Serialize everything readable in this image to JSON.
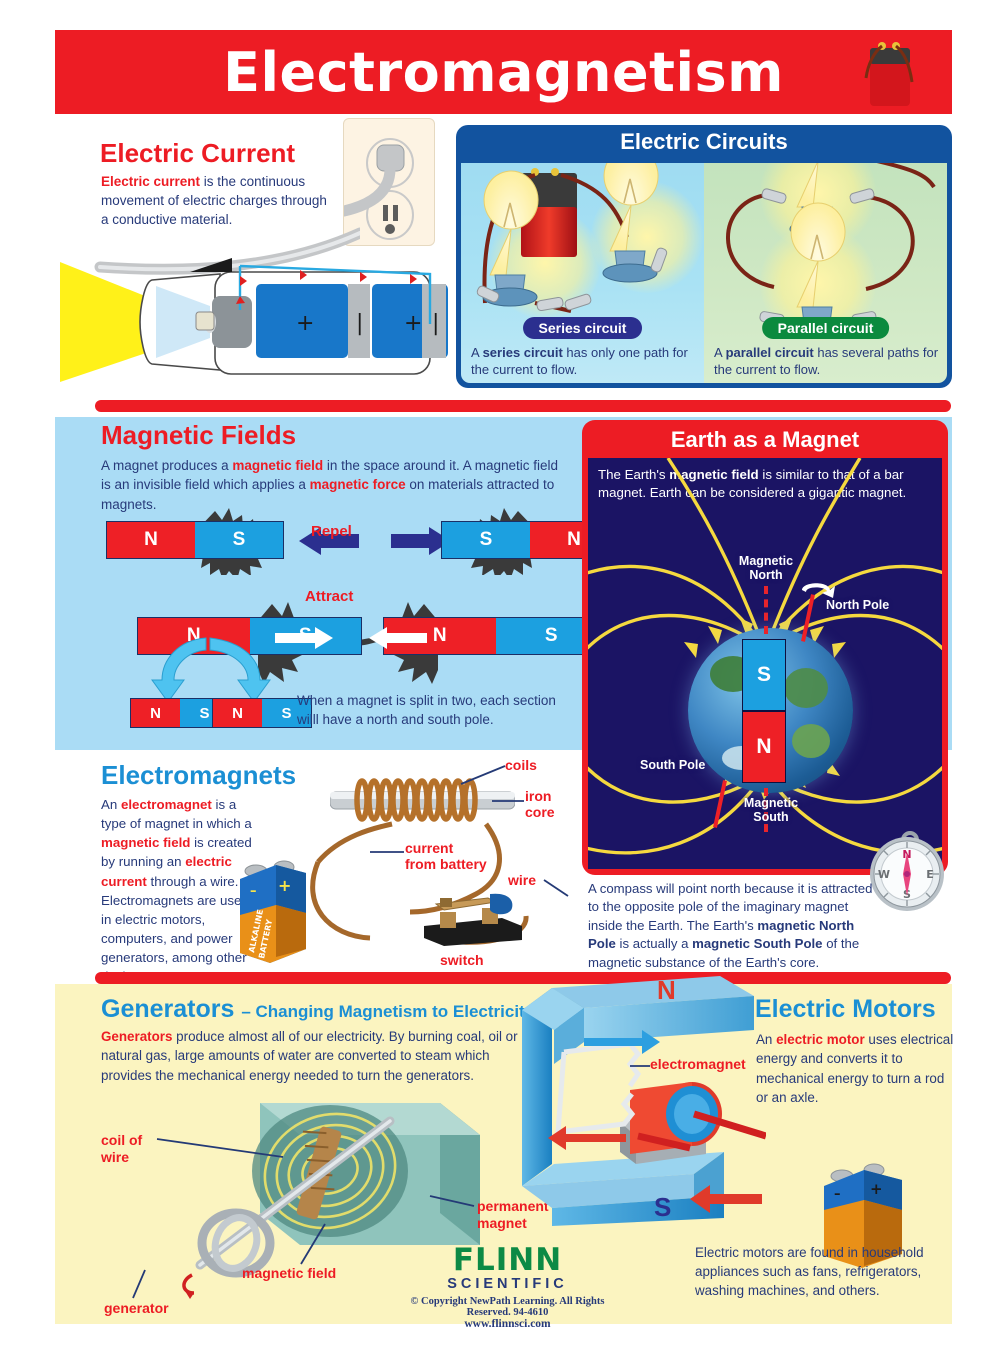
{
  "header": {
    "title": "Electromagnetism",
    "battery_icon": "battery-icon"
  },
  "electric_current": {
    "title": "Electric Current",
    "body_bold": "Electric current",
    "body_rest": " is the continuous movement of electric charges through a conductive material.",
    "outlet_icon": "wall-outlet-icon",
    "flashlight_icon": "flashlight-icon",
    "battery_plus": "+",
    "battery_minus": "|"
  },
  "electric_circuits": {
    "title": "Electric Circuits",
    "series": {
      "pill": "Series circuit",
      "caption_pre": "A ",
      "caption_bold": "series circuit",
      "caption_post": " has only one path for the current to flow."
    },
    "parallel": {
      "pill": "Parallel circuit",
      "caption_pre": "A ",
      "caption_bold": "parallel circuit",
      "caption_post": " has several paths for the current to flow."
    }
  },
  "magnetic_fields": {
    "title": "Magnetic Fields",
    "body_1": "A magnet produces a ",
    "body_b1": "magnetic field",
    "body_2": " in the space around it. A magnetic field is an invisible field which applies a ",
    "body_b2": "magnetic force",
    "body_3": " on materials attracted to magnets.",
    "repel_label": "Repel",
    "attract_label": "Attract",
    "pole_n": "N",
    "pole_s": "S",
    "split_note": "When a magnet is split in two, each section willl have a north and south pole."
  },
  "earth_magnet": {
    "title": "Earth as a Magnet",
    "body_1": "The Earth's ",
    "body_b1": "magnetic field",
    "body_2": " is similar to that of a bar magnet. Earth can be considered a gigantic magnet.",
    "label_magnetic_north": "Magnetic\nNorth",
    "label_magnetic_north_l1": "Magnetic",
    "label_magnetic_north_l2": "North",
    "label_north_pole": "North Pole",
    "label_south_pole": "South Pole",
    "label_magnetic_south_l1": "Magnetic",
    "label_magnetic_south_l2": "South",
    "bar_top": "S",
    "bar_bottom": "N",
    "compass_note_1": "A compass will point north because it is attracted to the opposite pole of the imaginary magnet inside the Earth. The Earth's ",
    "compass_note_b1": "magnetic North Pole",
    "compass_note_2": " is actually a ",
    "compass_note_b2": "magnetic South Pole",
    "compass_note_3": " of the magnetic substance of the Earth's core.",
    "compass_n": "N",
    "compass_e": "E",
    "compass_s": "S",
    "compass_w": "W"
  },
  "electromagnets": {
    "title": "Electromagnets",
    "body_1": "An ",
    "body_b1": "electromagnet",
    "body_2": " is a type of magnet in which a ",
    "body_b2": "magnetic field",
    "body_3": " is created by running an ",
    "body_b3": "electric current",
    "body_4": " through a wire. Electromagnets are used in electric motors, computers, and power generators, among other devices.",
    "label_coils": "coils",
    "label_iron_core_l1": "iron",
    "label_iron_core_l2": "core",
    "label_current_l1": "current",
    "label_current_l2": "from battery",
    "label_wire": "wire",
    "label_switch": "switch",
    "battery_label_l1": "ALKALINE",
    "battery_label_l2": "BATTERY",
    "battery_minus": "–",
    "battery_plus": "+"
  },
  "generators": {
    "title": "Generators",
    "subtitle": "– Changing Magnetism to Electricity",
    "body_b1": "Generators",
    "body_1": " produce almost all of our electricity.  By burning coal, oil or natural gas, large amounts of water are converted to steam which provides the mechanical energy needed to turn the generators.",
    "label_coil_l1": "coil of",
    "label_coil_l2": "wire",
    "label_magnetic_field": "magnetic field",
    "label_generator": "generator",
    "label_permanent_l1": "permanent",
    "label_permanent_l2": "magnet"
  },
  "electric_motors": {
    "title": "Electric Motors",
    "body_1": "An ",
    "body_b1": "electric motor",
    "body_2": " uses electrical energy and converts it to mechanical energy to turn a rod or an axle.",
    "note": "Electric motors are found in household appliances such as fans, refrigerators, washing machines, and others.",
    "label_electromagnet": "electromagnet",
    "pole_n": "N",
    "pole_s": "S",
    "battery_minus": "–",
    "battery_plus": "+"
  },
  "footer": {
    "brand": "FLINN",
    "brand_sub": "SCIENTIFIC",
    "copyright": "© Copyright NewPath Learning. All Rights Reserved. 94-4610",
    "url": "www.flinnsci.com"
  },
  "colors": {
    "red": "#ed1c24",
    "blue_title": "#1b8fd4",
    "navy_text": "#273a7a",
    "panel_blue": "#12539f",
    "band_blue": "#aadcf5",
    "band_yellow": "#fbf4c0",
    "earth_navy": "#1b1464",
    "green": "#0c8a45"
  }
}
